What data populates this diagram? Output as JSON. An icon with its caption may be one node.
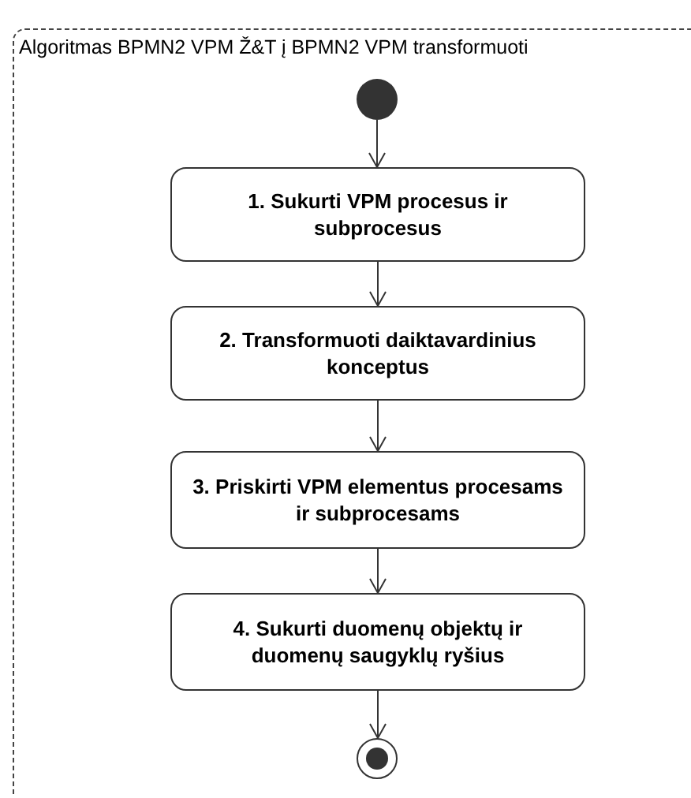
{
  "diagram": {
    "nodes": [
      {
        "text": [
          "Algoritmas BPMN2 VPM Ž&T į BPMN2 VPM transformuoti"
        ]
      },
      {
        "text": [],
        "shape": "circle",
        "in": 0
      },
      {
        "text": [
          "1. Sukurti VPM procesus ir subprocesus"
        ],
        "in": 0
      },
      {
        "text": [
          "2. Transformuoti daiktavardinius konceptus"
        ],
        "in": 0
      },
      {
        "text": [
          "3. Priskirti VPM elementus procesams ir subprocesams"
        ],
        "in": 0
      },
      {
        "text": [
          "4. Sukurti duomenų objektų ir duomenų saugyklų ryšius"
        ],
        "in": 0
      },
      {
        "text": [],
        "shape": "circle",
        "in": 0
      }
    ],
    "edges": [
      {
        "from": 1,
        "to": 2,
        "arrow": "to"
      },
      {
        "from": 2,
        "to": 3,
        "arrow": "to"
      },
      {
        "from": 3,
        "to": 4,
        "arrow": "to"
      },
      {
        "from": 4,
        "to": 5,
        "arrow": "to"
      },
      {
        "from": 5,
        "to": 6,
        "arrow": "to"
      }
    ]
  }
}
